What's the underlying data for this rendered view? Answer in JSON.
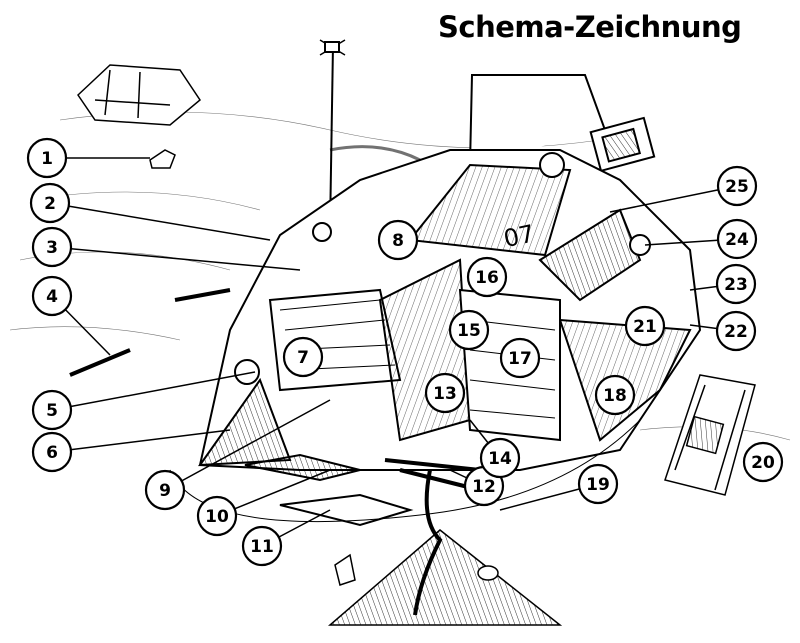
{
  "title": "Schema-Zeichnung",
  "hull_marking": "07",
  "callouts": [
    "1",
    "2",
    "3",
    "4",
    "5",
    "6",
    "7",
    "8",
    "9",
    "10",
    "11",
    "12",
    "13",
    "14",
    "15",
    "16",
    "17",
    "18",
    "19",
    "20",
    "21",
    "22",
    "23",
    "24",
    "25"
  ],
  "colors": {
    "ink": "#000000",
    "paper": "#ffffff"
  }
}
